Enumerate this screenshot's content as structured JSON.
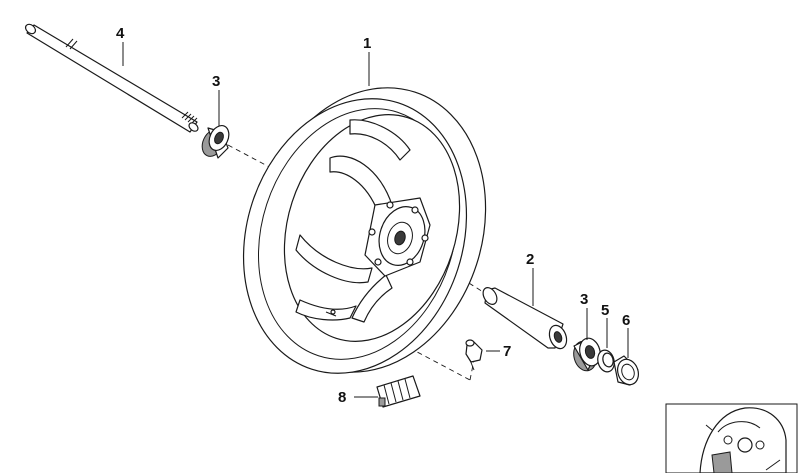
{
  "callouts": {
    "part_1": "1",
    "part_2": "2",
    "part_3_left": "3",
    "part_3_right": "3",
    "part_4": "4",
    "part_5": "5",
    "part_6": "6",
    "part_7": "7",
    "part_8": "8"
  },
  "parts": [
    {
      "number": "1",
      "name": "wheel-rim"
    },
    {
      "number": "2",
      "name": "spacer-sleeve"
    },
    {
      "number": "3",
      "name": "bearing"
    },
    {
      "number": "4",
      "name": "axle"
    },
    {
      "number": "5",
      "name": "ring"
    },
    {
      "number": "6",
      "name": "cap-nut"
    },
    {
      "number": "7",
      "name": "valve"
    },
    {
      "number": "8",
      "name": "balance-weight"
    }
  ],
  "thumbnail": {
    "icon": "motorcycle-thumbnail-icon"
  },
  "colors": {
    "line": "#1a1a1a",
    "shade": "#9a9a9a",
    "background": "#ffffff"
  }
}
